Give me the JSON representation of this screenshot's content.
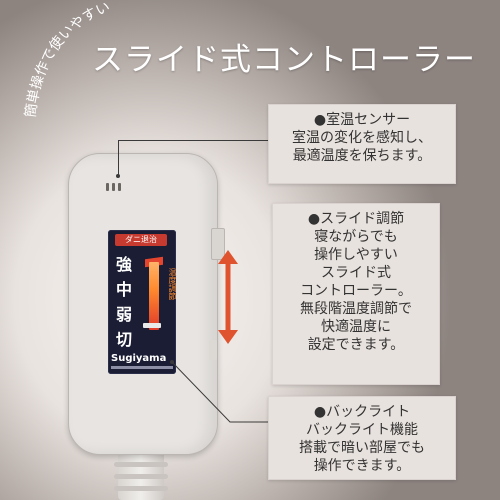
{
  "arc_caption": "簡単操作で使いやすい",
  "headline": "スライド式コントローラー",
  "controller": {
    "mite_label": "ダニ退治",
    "levels": [
      "強",
      "中",
      "弱",
      "切"
    ],
    "temp_label": "温度調節",
    "logo": "Sugiyama"
  },
  "callouts": [
    {
      "lines": [
        "●室温センサー",
        "室温の変化を感知し、",
        "最適温度を保ちます。"
      ]
    },
    {
      "lines": [
        "●スライド調節",
        "寝ながらでも",
        "操作しやすい",
        "スライド式",
        "コントローラー。",
        "無段階温度調節で",
        "快適温度に",
        "設定できます。"
      ]
    },
    {
      "lines": [
        "●バックライト",
        "バックライト機能",
        "搭載で暗い部屋でも",
        "操作できます。"
      ]
    }
  ],
  "colors": {
    "arrow": "#e0532f",
    "accent_red": "#c73a2f",
    "panel": "#1a1d34"
  }
}
